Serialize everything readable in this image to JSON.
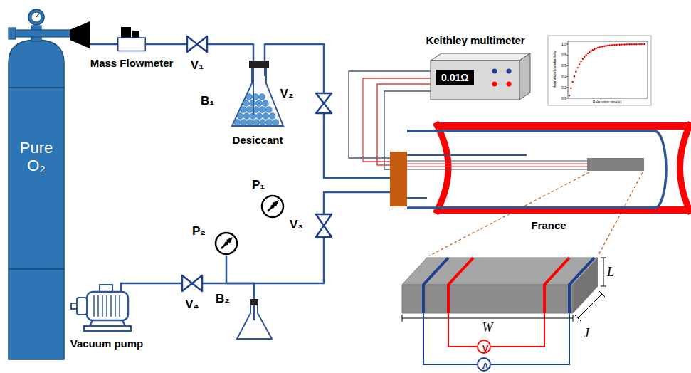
{
  "diagram": {
    "nodes": [
      {
        "text": [
          "Pure O₂"
        ]
      },
      {
        "text": [
          "Mass Flowmeter"
        ]
      },
      {
        "text": [
          "V₁"
        ]
      },
      {
        "text": [
          "B₁",
          "Desiccant"
        ]
      },
      {
        "text": [
          "V₂"
        ]
      },
      {
        "text": [
          "Keithley multimeter",
          "0.01Ω"
        ]
      },
      {
        "text": [
          "France"
        ]
      },
      {
        "text": [
          "P₁"
        ]
      },
      {
        "text": [
          "V₃"
        ]
      },
      {
        "text": [
          "P₂"
        ]
      },
      {
        "text": [
          "V₄"
        ]
      },
      {
        "text": [
          "B₂"
        ]
      },
      {
        "text": [
          "Vacuum pump"
        ]
      },
      {
        "text": [
          "L",
          "W",
          "J"
        ]
      },
      {
        "text": [
          "V"
        ]
      },
      {
        "text": [
          "A"
        ]
      }
    ],
    "edges": [
      {
        "from": 0,
        "to": 1,
        "arrow": "none"
      },
      {
        "from": 1,
        "to": 2,
        "arrow": "none"
      },
      {
        "from": 2,
        "to": 3,
        "arrow": "none"
      },
      {
        "from": 3,
        "to": 4,
        "arrow": "none"
      },
      {
        "from": 4,
        "to": 6,
        "arrow": "none"
      },
      {
        "from": 6,
        "to": 8,
        "arrow": "none"
      },
      {
        "from": 8,
        "to": 11,
        "arrow": "none"
      },
      {
        "from": 10,
        "to": 11,
        "arrow": "none"
      },
      {
        "from": 9,
        "to": 11,
        "arrow": "none"
      },
      {
        "from": 12,
        "to": 10,
        "arrow": "none"
      },
      {
        "from": 5,
        "to": 6,
        "arrow": "none"
      },
      {
        "from": 14,
        "to": 13,
        "arrow": "none"
      },
      {
        "from": 15,
        "to": 13,
        "arrow": "none"
      }
    ],
    "labels": [
      "Normalized conductivity",
      "Relaxation time(s)",
      "0.0",
      "0.2",
      "0.4",
      "0.6",
      "0.8",
      "1.0"
    ]
  }
}
